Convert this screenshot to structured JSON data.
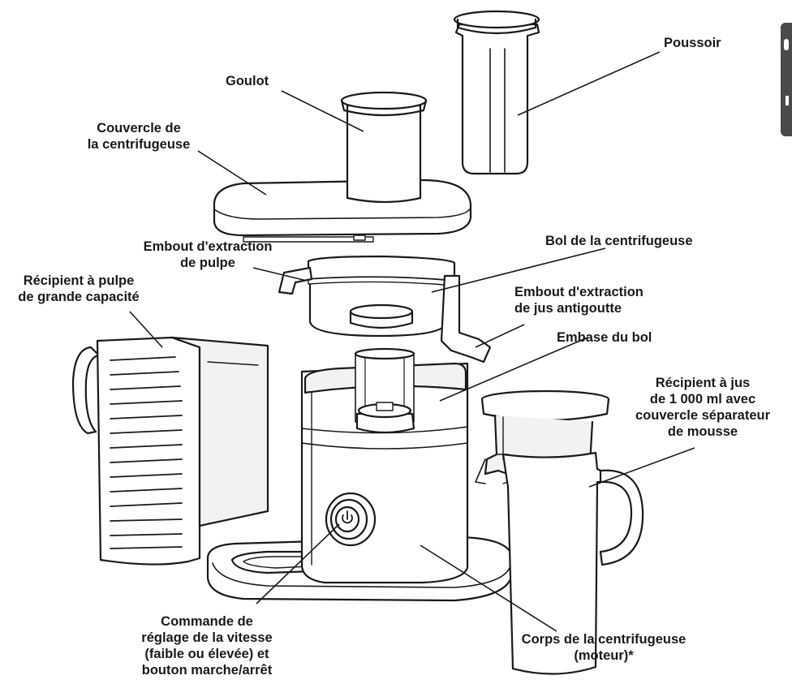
{
  "labels": {
    "poussoir": "Poussoir",
    "goulot": "Goulot",
    "couvercle": [
      "Couvercle de",
      "la centrifugeuse"
    ],
    "embout_pulpe": [
      "Embout d'extraction",
      "de pulpe"
    ],
    "bol": "Bol de la centrifugeuse",
    "recipient_pulpe": [
      "Récipient à pulpe",
      "de grande capacité"
    ],
    "embout_jus": [
      "Embout d'extraction",
      "de jus antigoutte"
    ],
    "embase": "Embase du bol",
    "recipient_jus": [
      "Récipient à jus",
      "de 1 000 ml avec",
      "couvercle séparateur",
      "de mousse"
    ],
    "commande": [
      "Commande de",
      "réglage de la vitesse",
      "(faible ou élevée) et",
      "bouton marche/arrêt"
    ],
    "corps": [
      "Corps de la centrifugeuse",
      "(moteur)*"
    ]
  },
  "colors": {
    "line": "#1a1a1a",
    "fill": "#ffffff",
    "shade": "#f2f2f2",
    "tab": "#4a4a4a"
  },
  "icons": {
    "power": "power-icon"
  }
}
